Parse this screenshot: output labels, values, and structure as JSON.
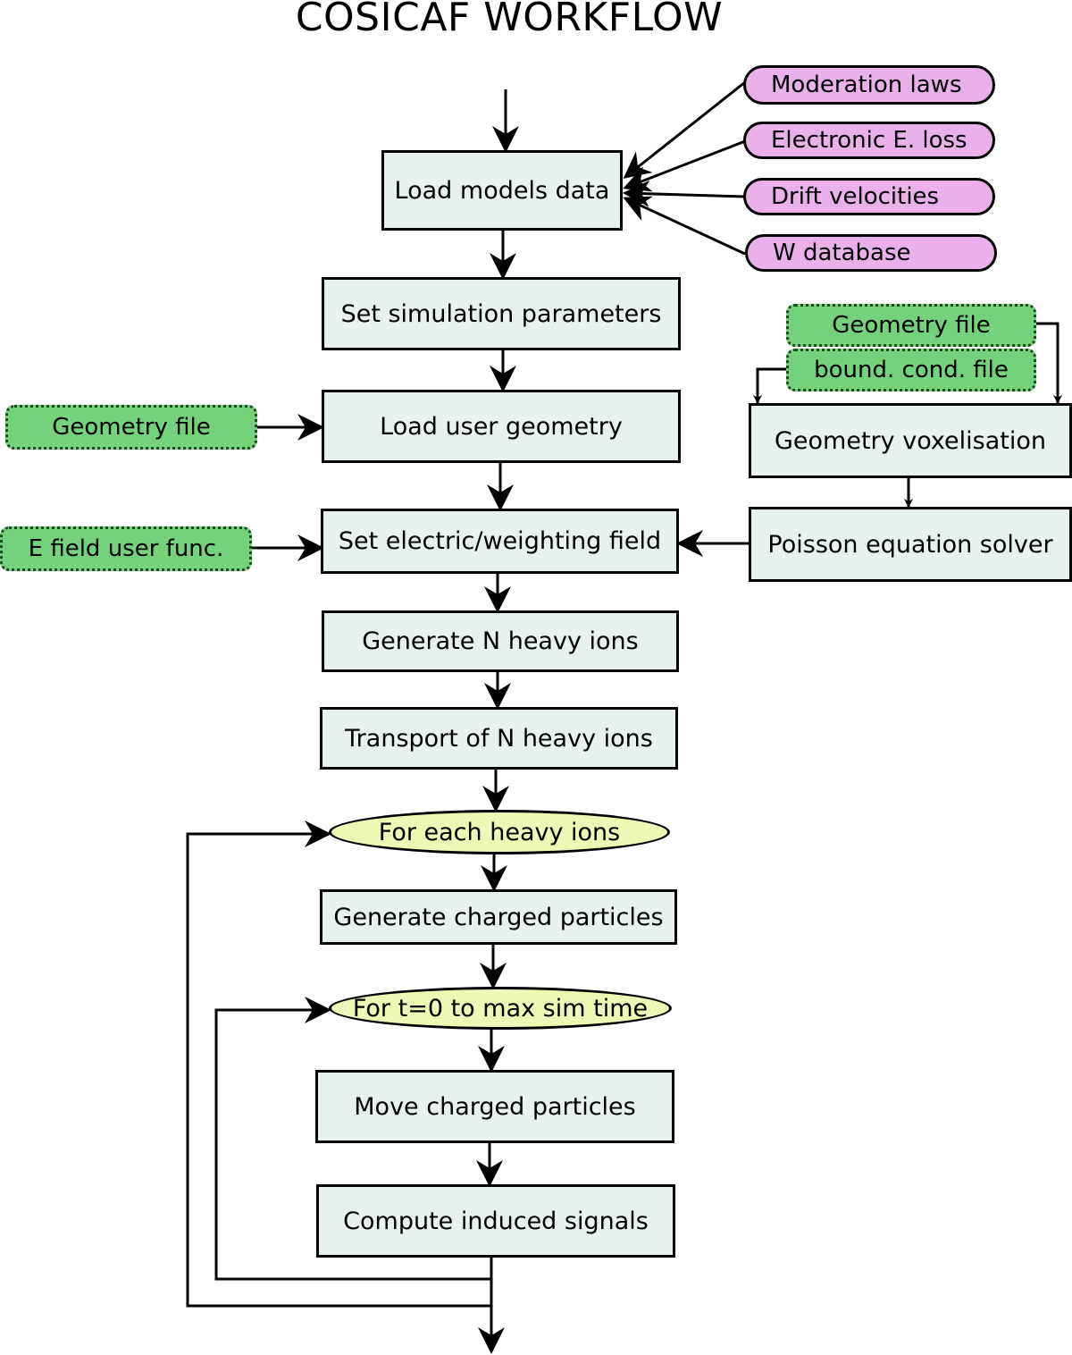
{
  "title": "COSICAF WORKFLOW",
  "steps": {
    "load_models": "Load models data",
    "set_sim_params": "Set simulation parameters",
    "load_geometry": "Load user geometry",
    "set_field": "Set electric/weighting field",
    "gen_ions": "Generate N heavy ions",
    "transport_ions": "Transport of N heavy ions",
    "gen_particles": "Generate charged particles",
    "move_particles": "Move charged particles",
    "compute_signals": "Compute induced signals"
  },
  "loops": {
    "each_ion": "For each heavy ions",
    "time": "For t=0 to max sim time"
  },
  "model_inputs": [
    "Moderation laws",
    "Electronic E. loss",
    "Drift velocities",
    "W database"
  ],
  "geometry_inputs": {
    "geometry_file_left": "Geometry file",
    "efield_func": "E field user func.",
    "geometry_file_right": "Geometry file",
    "bound_cond_file": "bound. cond. file"
  },
  "side_steps": {
    "voxelisation": "Geometry voxelisation",
    "poisson": "Poisson equation solver"
  },
  "colors": {
    "box_fill": "#e7f2ee",
    "model_input_fill": "#e9b0ea",
    "file_input_fill": "#74d27a",
    "loop_fill": "#eef7b3"
  }
}
